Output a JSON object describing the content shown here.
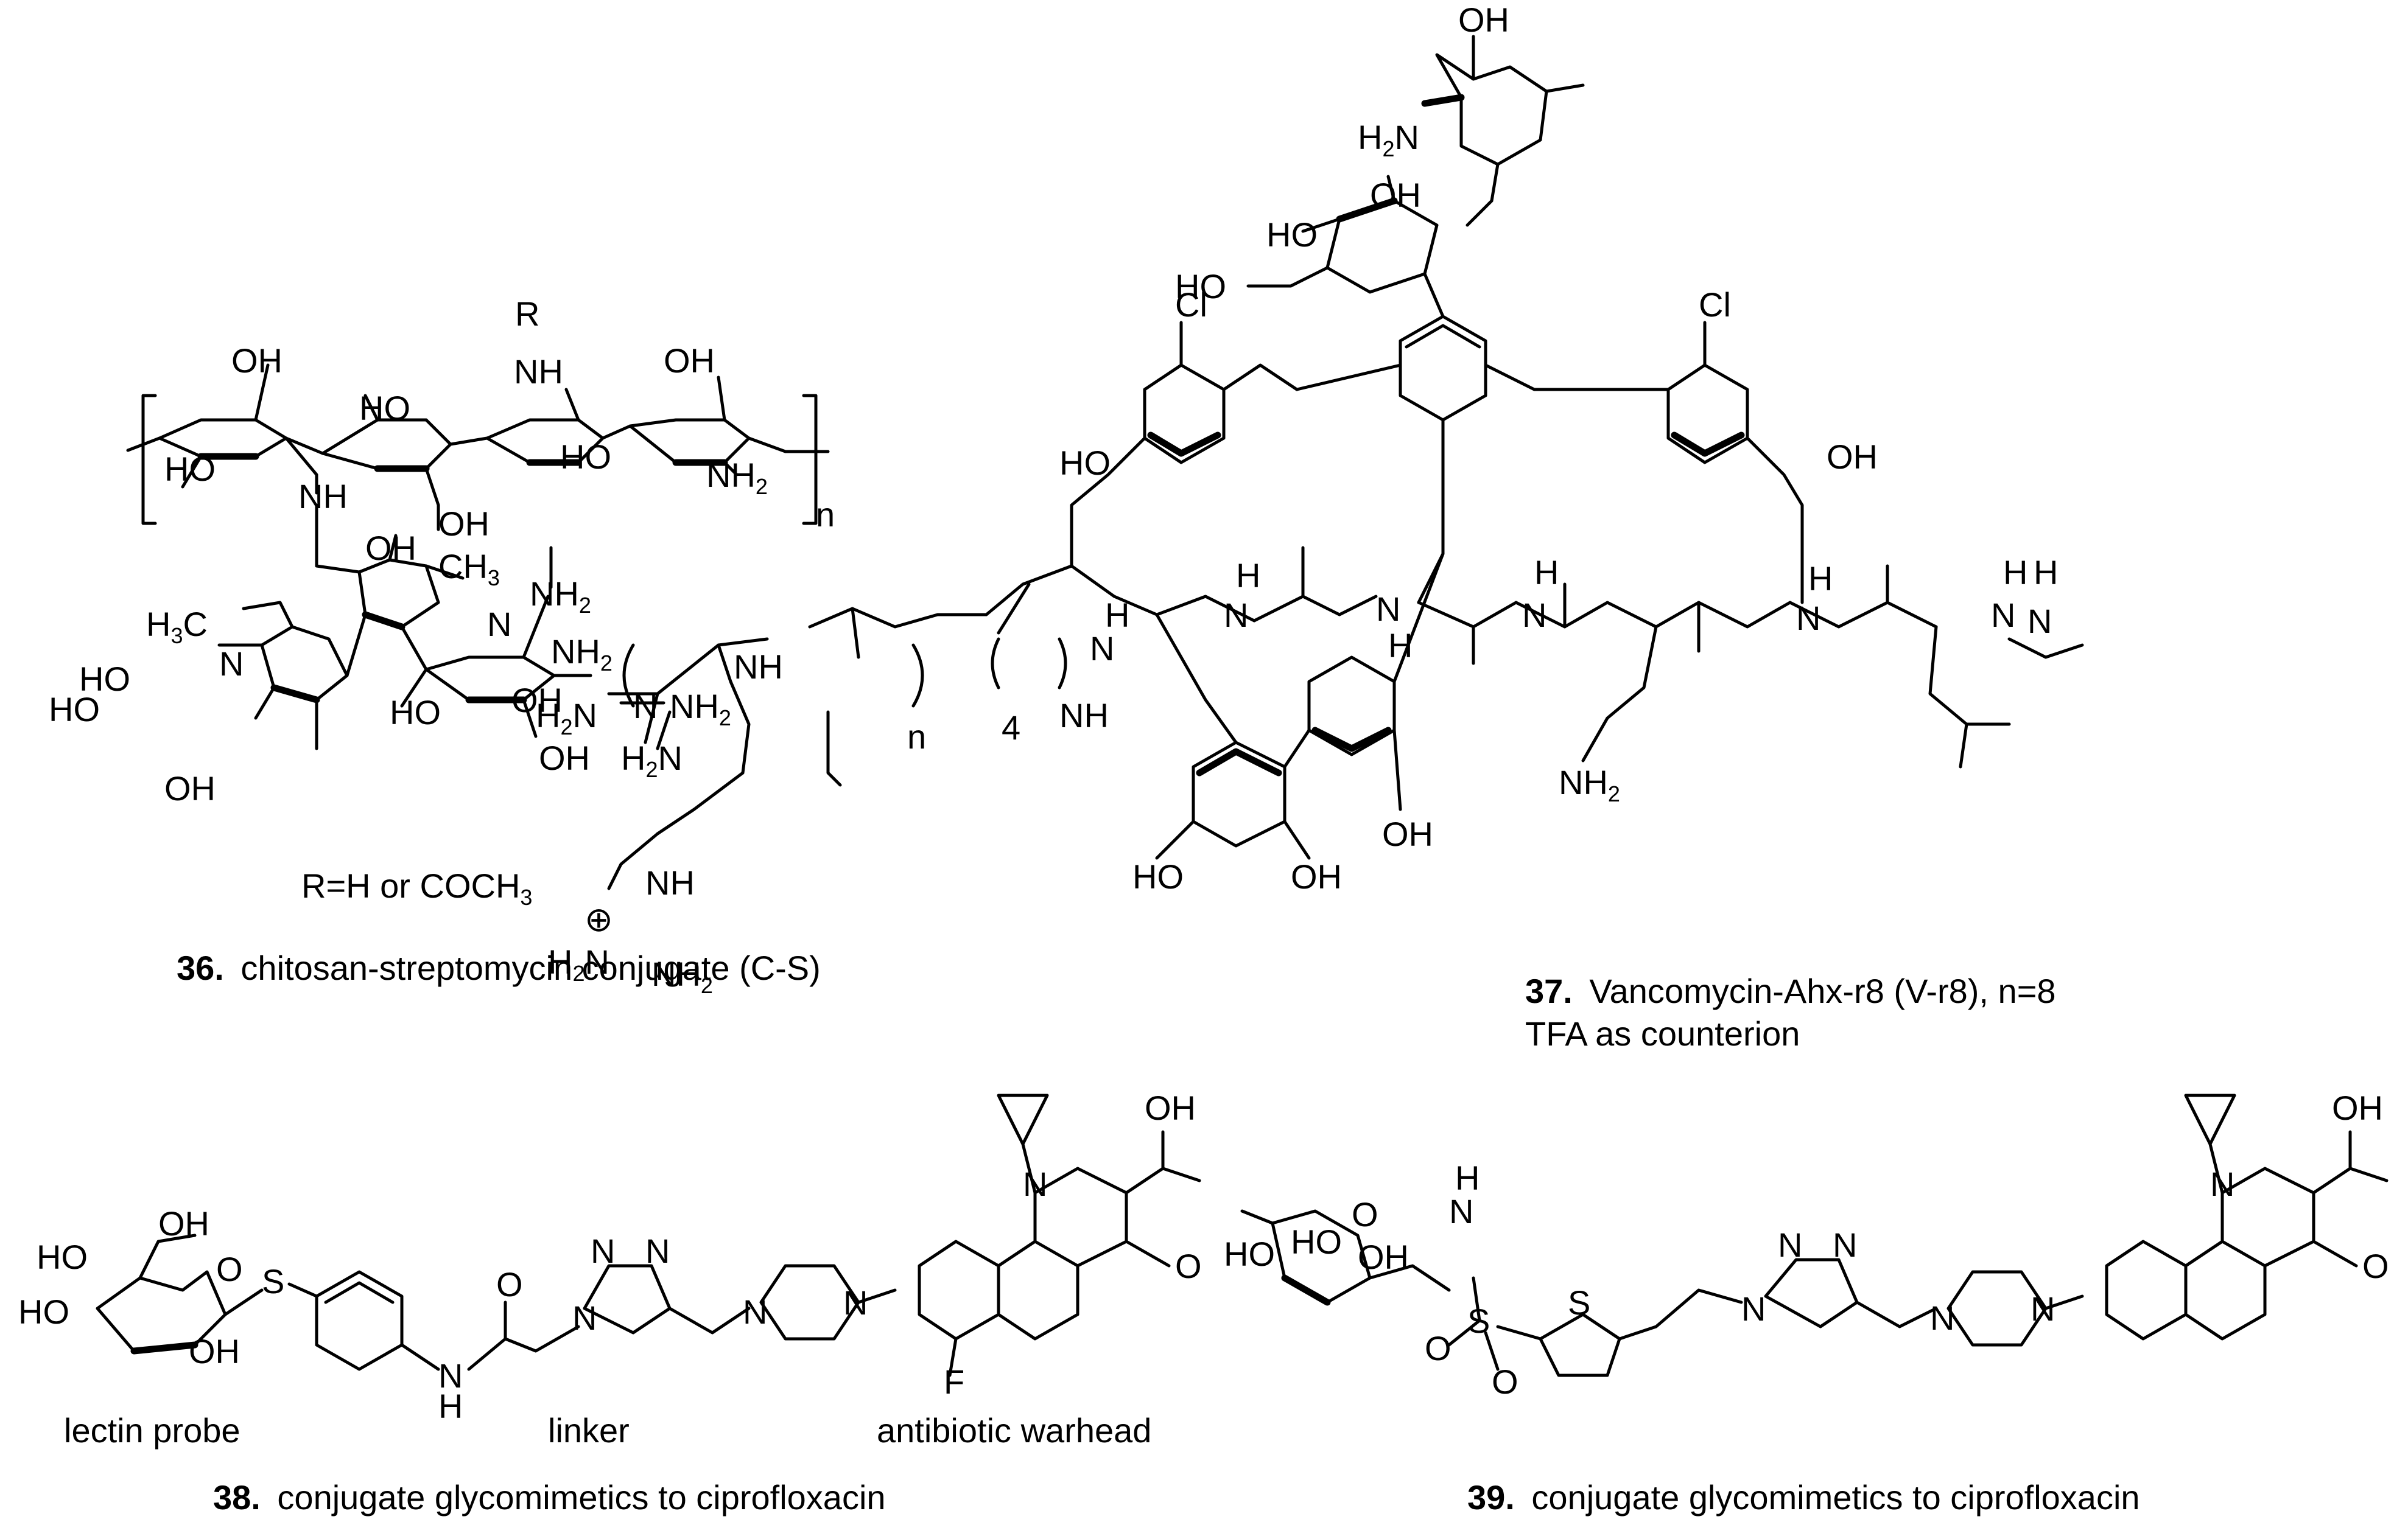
{
  "compounds": [
    {
      "number": "36.",
      "name": "chitosan-streptomycin conjugate (C-S)",
      "note": "R=H or COCH",
      "note_sub": "3",
      "atoms": {
        "oh_top": "OH",
        "r": "R",
        "nh_r": "NH",
        "oh_top2": "OH",
        "ho_mid": "HO",
        "ho_left": "HO",
        "nh_link": "NH",
        "nh2_right": "NH",
        "nh2_right_sub": "2",
        "oh_mid": "OH",
        "oh_low": "OH",
        "ho_right": "HO",
        "n_repeat": "n",
        "ch3": "CH",
        "ch3_sub": "3",
        "oh_strep": "OH",
        "h3c": "H",
        "h3c_sub": "3",
        "h3c_c": "C",
        "nh_me": "N",
        "nh2_g1": "NH",
        "nh2_g1_sub": "2",
        "n_g1": "N",
        "nh2_g2": "NH",
        "nh2_g2_sub": "2",
        "ho_a": "HO",
        "ho_b": "HO",
        "oh_c": "OH",
        "ho_d": "HO",
        "oh_e": "OH",
        "n_g2": "N",
        "nh2_g3": "NH",
        "nh2_g3_sub": "2",
        "h2n_g3": "H",
        "h2n_g3_sub": "2",
        "h2n_g3_n": "N",
        "oh_bottom": "OH",
        "oh_sug": "OH"
      }
    },
    {
      "number": "37.",
      "name": "Vancomycin-Ahx-r8 (V-r8), n=8",
      "note": "TFA as counterion",
      "atoms": {
        "oh_vanc_top": "OH",
        "h2n_vanc": "H",
        "h2n_vanc_sub": "2",
        "h2n_vanc_n": "N",
        "oh_glc": "OH",
        "ho_glc": "HO",
        "ho_ch2": "HO",
        "cl1": "Cl",
        "cl2": "Cl",
        "ho_l": "HO",
        "oh_r": "OH",
        "nh_a": "H",
        "nh_b": "H",
        "nh_c": "H",
        "nh_d": "H",
        "nh_e": "H",
        "nh_f": "H",
        "nh_me": "H",
        "n_me": "N",
        "n_a": "N",
        "n_b": "N",
        "n_c": "N",
        "n_d": "N",
        "n_e": "N",
        "n_f": "N",
        "nh2_asn": "NH",
        "nh2_asn_sub": "2",
        "h2n_arg": "H",
        "h2n_arg_sub": "2",
        "h2n_arg_n": "N",
        "nh_arg": "NH",
        "n_r": "n",
        "four": "4",
        "nh_link": "NH",
        "nh_arg2": "NH",
        "plus": "⊕",
        "h2n_gu": "H",
        "h2n_gu_sub": "2",
        "h2n_gu_n": "N",
        "nh2_gu": "NH",
        "nh2_gu_sub": "2",
        "ho_bot": "HO",
        "oh_bot": "OH",
        "oh_bot2": "OH"
      }
    },
    {
      "number": "38.",
      "name": "conjugate glycomimetics to ciprofloxacin",
      "regions": [
        "lectin probe",
        "linker",
        "antibiotic warhead"
      ],
      "atoms": {
        "oh_cooh": "OH",
        "o_keto": "O",
        "n_quin": "N",
        "f": "F",
        "ho_a": "HO",
        "oh_b": "OH",
        "ho_c": "HO",
        "oh_d": "OH",
        "s": "S",
        "nh_amide": "H",
        "n_amide": "N",
        "n1": "N",
        "n2": "N",
        "n3": "N",
        "n_pip1": "N",
        "n_pip2": "N",
        "o_ring": "O",
        "o_amide": "O"
      }
    },
    {
      "number": "39.",
      "name": "conjugate glycomimetics to ciprofloxacin",
      "atoms": {
        "ho_a": "HO",
        "ho_b": "HO",
        "oh_c": "OH",
        "nh_s": "H",
        "n_s": "N",
        "s_sulf": "S",
        "s_thio": "S",
        "o1": "O",
        "o2": "O",
        "n1": "N",
        "n2": "N",
        "n3": "N",
        "n_pip1": "N",
        "n_pip2": "N",
        "n_quin": "N",
        "oh_cooh": "OH",
        "o_keto": "O",
        "o_ring": "O"
      }
    }
  ]
}
